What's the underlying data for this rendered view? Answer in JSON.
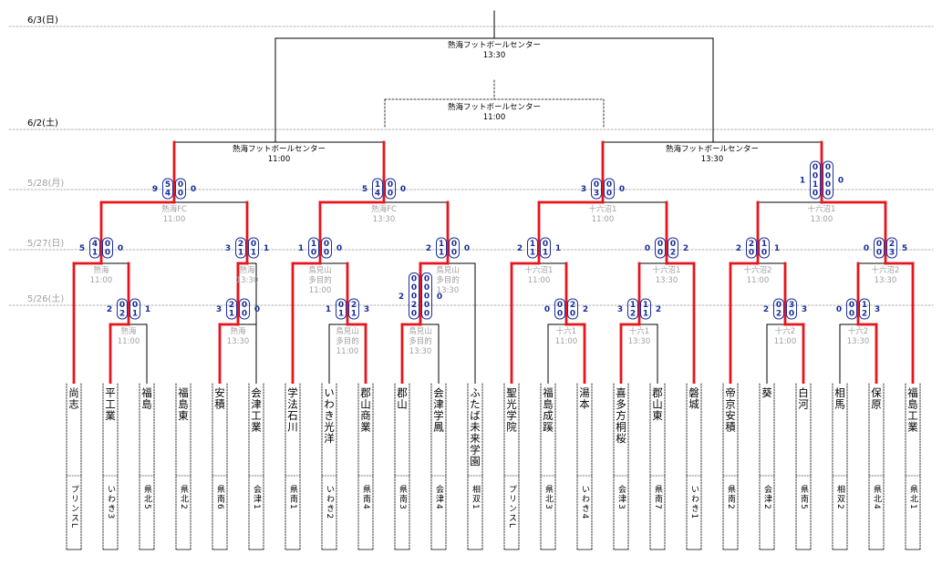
{
  "dates": [
    {
      "label": "6/3(日)",
      "bold": true
    },
    {
      "label": "6/2(土)",
      "bold": true
    },
    {
      "label": "5/28(月)",
      "bold": false
    },
    {
      "label": "5/27(日)",
      "bold": false
    },
    {
      "label": "5/26(土)",
      "bold": false
    }
  ],
  "teams": [
    {
      "name": "尚志",
      "region": "プリンスL"
    },
    {
      "name": "平工業",
      "region": "いわき3"
    },
    {
      "name": "福島",
      "region": "県北5"
    },
    {
      "name": "福島東",
      "region": "県北2"
    },
    {
      "name": "安積",
      "region": "県南6"
    },
    {
      "name": "会津工業",
      "region": "会津1"
    },
    {
      "name": "学法石川",
      "region": "県南1"
    },
    {
      "name": "いわき光洋",
      "region": "いわき2"
    },
    {
      "name": "郡山商業",
      "region": "県南4"
    },
    {
      "name": "郡山",
      "region": "県南3"
    },
    {
      "name": "会津学鳳",
      "region": "会津4"
    },
    {
      "name": "ふたば未来学園",
      "region": "相双1"
    },
    {
      "name": "聖光学院",
      "region": "プリンスL"
    },
    {
      "name": "福島成蹊",
      "region": "県北3"
    },
    {
      "name": "湯本",
      "region": "いわき4"
    },
    {
      "name": "喜多方桐桜",
      "region": "会津3"
    },
    {
      "name": "郡山東",
      "region": "県南7"
    },
    {
      "name": "磐城",
      "region": "いわき1"
    },
    {
      "name": "帝京安積",
      "region": "県南2"
    },
    {
      "name": "葵",
      "region": "会津2"
    },
    {
      "name": "白河",
      "region": "県南5"
    },
    {
      "name": "相馬",
      "region": "相双2"
    },
    {
      "name": "保原",
      "region": "県北4"
    },
    {
      "name": "福島工業",
      "region": "県北1"
    }
  ],
  "matches": [
    {
      "id": "r1a",
      "venue": "熱海",
      "time": "11:00",
      "left_total": "2",
      "left_halves": [
        "0",
        "2"
      ],
      "right_halves": [
        "0",
        "1"
      ],
      "right_total": "1"
    },
    {
      "id": "r1b",
      "venue": "熱海",
      "time": "13:30",
      "left_total": "3",
      "left_halves": [
        "2",
        "1"
      ],
      "right_halves": [
        "0",
        "0"
      ],
      "right_total": "0"
    },
    {
      "id": "r1c",
      "venue": "鳥見山多目的",
      "time": "11:00",
      "left_total": "1",
      "left_halves": [
        "0",
        "1"
      ],
      "right_halves": [
        "2",
        "1"
      ],
      "right_total": "3"
    },
    {
      "id": "r1d",
      "venue": "鳥見山多目的",
      "time": "13:30",
      "left_total": "2",
      "left_halves": [
        "0",
        "0",
        "0",
        "2",
        "0"
      ],
      "right_halves": [
        "0",
        "0",
        "0",
        "0",
        "0"
      ],
      "right_total": "0"
    },
    {
      "id": "r1e",
      "venue": "十六1",
      "time": "11:00",
      "left_total": "0",
      "left_halves": [
        "0",
        "0"
      ],
      "right_halves": [
        "2",
        "0"
      ],
      "right_total": "2"
    },
    {
      "id": "r1f",
      "venue": "十六1",
      "time": "13:30",
      "left_total": "3",
      "left_halves": [
        "1",
        "2"
      ],
      "right_halves": [
        "1",
        "1"
      ],
      "right_total": "2"
    },
    {
      "id": "r1g",
      "venue": "十六2",
      "time": "11:00",
      "left_total": "2",
      "left_halves": [
        "0",
        "2"
      ],
      "right_halves": [
        "3",
        "0"
      ],
      "right_total": "3"
    },
    {
      "id": "r1h",
      "venue": "十六2",
      "time": "13:30",
      "left_total": "0",
      "left_halves": [
        "0",
        "0"
      ],
      "right_halves": [
        "1",
        "2"
      ],
      "right_total": "3"
    },
    {
      "id": "r2a",
      "venue": "熱海",
      "time": "11:00",
      "left_total": "5",
      "left_halves": [
        "4",
        "1"
      ],
      "right_halves": [
        "0",
        "0"
      ],
      "right_total": "0"
    },
    {
      "id": "r2b",
      "venue": "熱海",
      "time": "13:30",
      "left_total": "3",
      "left_halves": [
        "2",
        "1"
      ],
      "right_halves": [
        "0",
        "1"
      ],
      "right_total": "1"
    },
    {
      "id": "r2c",
      "venue": "鳥見山多目的",
      "time": "11:00",
      "left_total": "1",
      "left_halves": [
        "1",
        "0"
      ],
      "right_halves": [
        "0",
        "0"
      ],
      "right_total": "0"
    },
    {
      "id": "r2d",
      "venue": "鳥見山多目的",
      "time": "13:30",
      "left_total": "2",
      "left_halves": [
        "1",
        "1"
      ],
      "right_halves": [
        "0",
        "0"
      ],
      "right_total": "0"
    },
    {
      "id": "r2e",
      "venue": "十六沼1",
      "time": "11:00",
      "left_total": "2",
      "left_halves": [
        "1",
        "1"
      ],
      "right_halves": [
        "0",
        "1"
      ],
      "right_total": "1"
    },
    {
      "id": "r2f",
      "venue": "十六沼1",
      "time": "13:30",
      "left_total": "0",
      "left_halves": [
        "0",
        "0"
      ],
      "right_halves": [
        "0",
        "2"
      ],
      "right_total": "2"
    },
    {
      "id": "r2g",
      "venue": "十六沼2",
      "time": "11:00",
      "left_total": "2",
      "left_halves": [
        "2",
        "0"
      ],
      "right_halves": [
        "1",
        "0"
      ],
      "right_total": "1"
    },
    {
      "id": "r2h",
      "venue": "十六沼2",
      "time": "13:30",
      "left_total": "0",
      "left_halves": [
        "0",
        "0"
      ],
      "right_halves": [
        "2",
        "3"
      ],
      "right_total": "5"
    },
    {
      "id": "r3a",
      "venue": "熱海FC",
      "time": "11:00",
      "left_total": "9",
      "left_halves": [
        "5",
        "4"
      ],
      "right_halves": [
        "0",
        "0"
      ],
      "right_total": "0"
    },
    {
      "id": "r3b",
      "venue": "熱海FC",
      "time": "13:30",
      "left_total": "5",
      "left_halves": [
        "1",
        "4"
      ],
      "right_halves": [
        "0",
        "0"
      ],
      "right_total": "0"
    },
    {
      "id": "r3c",
      "venue": "十六沼1",
      "time": "11:00",
      "left_total": "3",
      "left_halves": [
        "0",
        "3"
      ],
      "right_halves": [
        "0",
        "0"
      ],
      "right_total": "0"
    },
    {
      "id": "r3d",
      "venue": "十六沼1",
      "time": "13:00",
      "left_total": "1",
      "left_halves": [
        "0",
        "0",
        "1",
        "0"
      ],
      "right_halves": [
        "0",
        "0",
        "0",
        "0"
      ],
      "right_total": "0"
    },
    {
      "id": "sf1",
      "venue": "熱海フットボールセンター",
      "time": "11:00"
    },
    {
      "id": "sf2",
      "venue": "熱海フットボールセンター",
      "time": "13:30"
    },
    {
      "id": "third",
      "venue": "熱海フットボールセンター",
      "time": "11:00"
    },
    {
      "id": "final",
      "venue": "熱海フットボールセンター",
      "time": "13:30"
    }
  ]
}
